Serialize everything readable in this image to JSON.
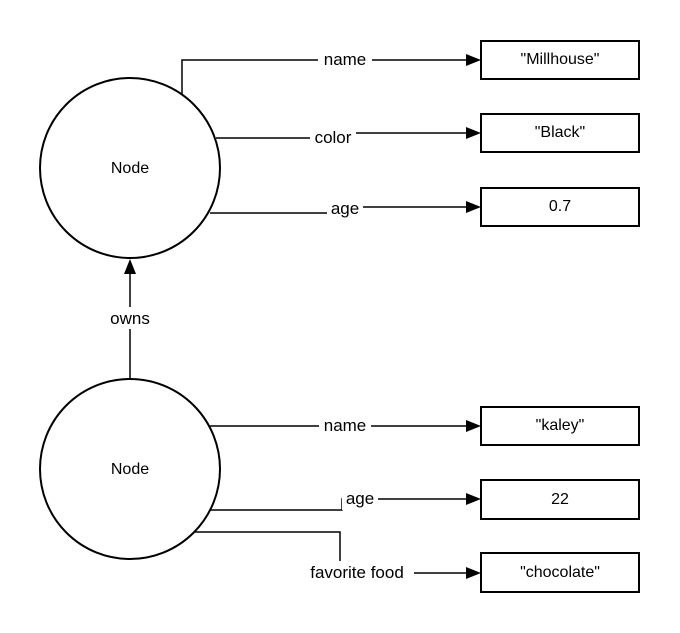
{
  "nodes": {
    "top": {
      "label": "Node"
    },
    "bottom": {
      "label": "Node"
    }
  },
  "edges": {
    "top_name": "name",
    "top_color": "color",
    "top_age": "age",
    "owns": "owns",
    "bottom_name": "name",
    "bottom_age": "age",
    "bottom_favorite_food": "favorite food"
  },
  "values": {
    "top_name": "\"Millhouse\"",
    "top_color": "\"Black\"",
    "top_age": "0.7",
    "bottom_name": "\"kaley\"",
    "bottom_age": "22",
    "bottom_favorite_food": "\"chocolate\""
  },
  "colors": {
    "stroke": "#000000",
    "background": "#ffffff"
  }
}
